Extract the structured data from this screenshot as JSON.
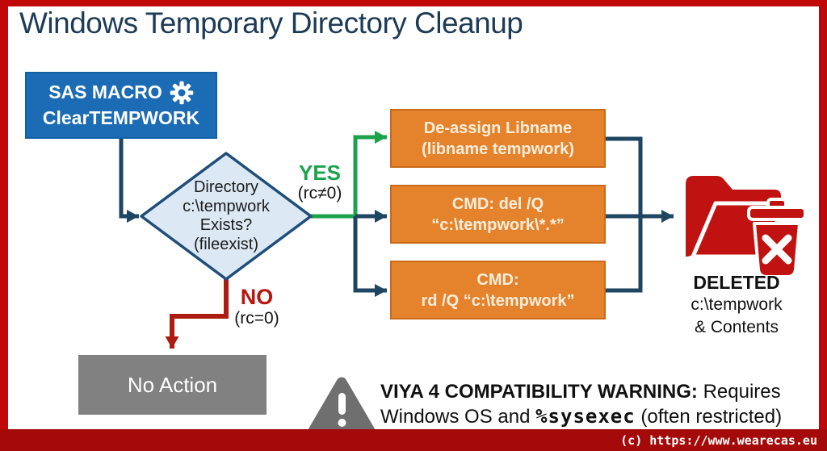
{
  "page": {
    "title": "Windows Temporary Directory Cleanup"
  },
  "macro_box": {
    "line1": "SAS MACRO",
    "line2": "ClearTEMPWORK"
  },
  "decision": {
    "line1": "Directory",
    "line2": "c:\\tempwork",
    "line3": "Exists?",
    "line4": "(fileexist)"
  },
  "branches": {
    "yes_label": "YES",
    "yes_condition": "(rc≠0)",
    "no_label": "NO",
    "no_condition": "(rc=0)"
  },
  "actions": [
    {
      "line1": "De-assign Libname",
      "line2": "(libname tempwork)"
    },
    {
      "line1": "CMD: del /Q",
      "line2": "“c:\\tempwork\\*.*”"
    },
    {
      "line1": "CMD:",
      "line2": "rd /Q “c:\\tempwork”"
    }
  ],
  "result": {
    "line1": "DELETED",
    "line2": "c:\\tempwork",
    "line3": "& Contents"
  },
  "no_action": {
    "label": "No Action"
  },
  "warning": {
    "bold": "VIYA 4 COMPATIBILITY WARNING:",
    "after_bold": " Requires",
    "line2_pre": "Windows OS and ",
    "code": "%sysexec",
    "line2_post": " (often restricted)"
  },
  "footer": {
    "copyright": "(c) https://www.wearecas.eu"
  },
  "colors": {
    "accent_blue": "#1b6cb5",
    "accent_orange": "#e5832c",
    "yes_green": "#1ca24b",
    "no_red": "#b7150e",
    "connector_navy": "#1e4663",
    "delete_red": "#c11212",
    "frame_red": "#c10808"
  }
}
